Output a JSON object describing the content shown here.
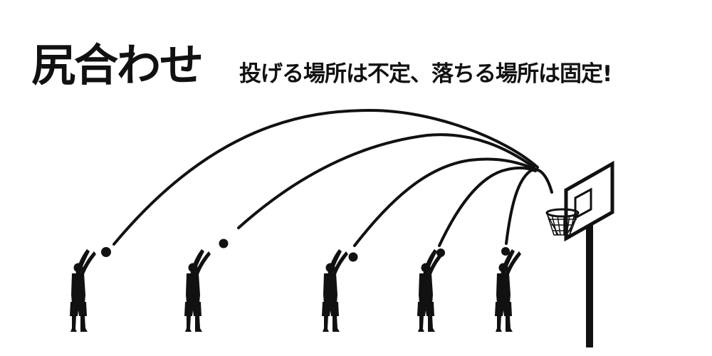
{
  "heading": {
    "title": "尻合わせ",
    "subtitle": "投げる場所は不定、落ちる場所は固定!"
  },
  "colors": {
    "ink": "#111111",
    "background": "#ffffff"
  },
  "illustration": {
    "shooter_count": 5,
    "items": [
      "basketball-shooter",
      "ball",
      "trajectory-arc",
      "basketball-hoop"
    ]
  }
}
